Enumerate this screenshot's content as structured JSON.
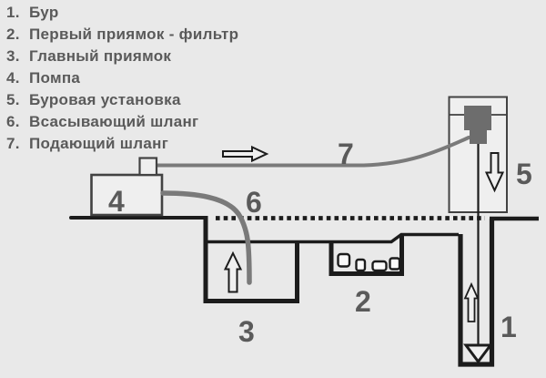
{
  "legend": {
    "items": [
      {
        "num": "1.",
        "label": "Бур"
      },
      {
        "num": "2.",
        "label": "Первый приямок - фильтр"
      },
      {
        "num": "3.",
        "label": "Главный приямок"
      },
      {
        "num": "4.",
        "label": "Помпа"
      },
      {
        "num": "5.",
        "label": "Буровая установка"
      },
      {
        "num": "6.",
        "label": "Всасывающий шланг"
      },
      {
        "num": "7.",
        "label": "Подающий шланг"
      }
    ]
  },
  "diagram": {
    "labels": {
      "borehole": "1",
      "filter_pit": "2",
      "main_pit": "3",
      "pump": "4",
      "rig": "5",
      "suction_hose": "6",
      "supply_hose": "7"
    },
    "colors": {
      "background": "#e9e9e9",
      "line": "#1c1c1c",
      "outline": "#424242",
      "hose": "#7a7a7a",
      "motor": "#6d6d6d",
      "label_text": "#5a5a5a",
      "light_fill": "#f0f0f0",
      "stone_fill": "#fafafa",
      "box_fill": "#efefef"
    }
  }
}
